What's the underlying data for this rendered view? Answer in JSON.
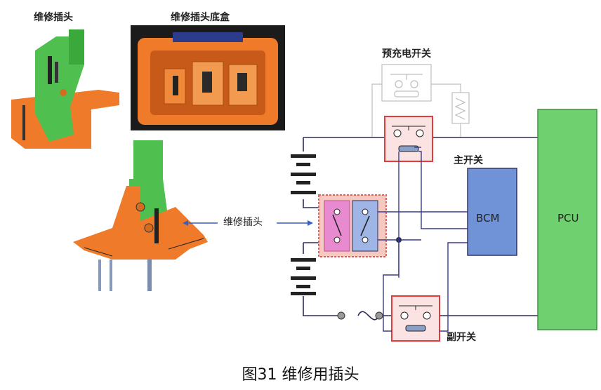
{
  "labels": {
    "service_plug_top": "维修插头",
    "service_plug_base": "维修插头底盒",
    "service_plug_mid": "维修插头",
    "precharge_switch": "预充电开关",
    "main_switch": "主开关",
    "sub_switch": "副开关",
    "bcm": "BCM",
    "pcu": "PCU"
  },
  "caption": "图31 维修用插头",
  "colors": {
    "wire": "#2b2b5a",
    "signal_wire": "#3a3a8c",
    "relay_border": "#e23b3b",
    "relay_fill": "#fbe3e3",
    "bcm_fill": "#6f93d6",
    "pcu_fill": "#6fd06f",
    "plug_orange": "#ef7a2a",
    "plug_green": "#4fbf4f",
    "precharge_gray": "#bdbdbd"
  }
}
